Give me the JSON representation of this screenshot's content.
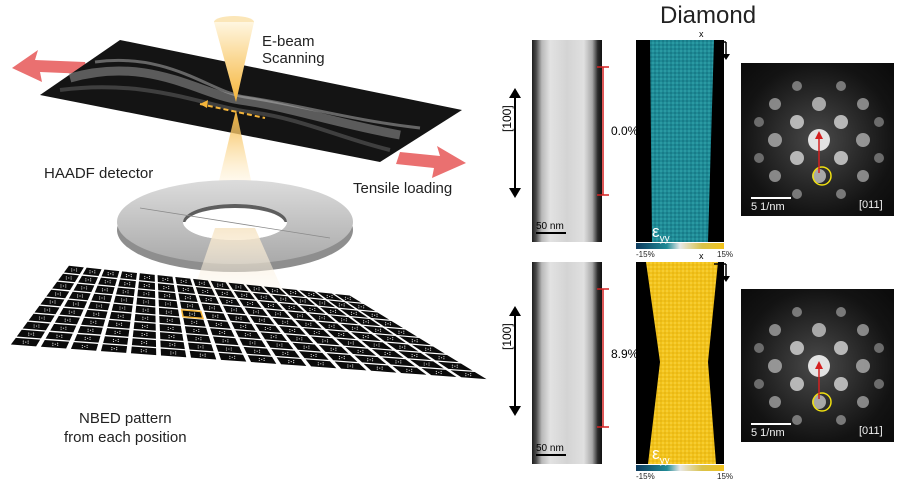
{
  "title": "Diamond",
  "labels": {
    "ebeam_line1": "E-beam",
    "ebeam_line2": "Scanning",
    "haadf": "HAADF detector",
    "tensile": "Tensile loading",
    "nbed_line1": "NBED pattern",
    "nbed_line2": "from each position"
  },
  "rows": [
    {
      "direction": "[100]",
      "strain": "0.0%",
      "scale_tem": "50 nm",
      "map_symbol": "ε",
      "map_sub": "yy",
      "cbar_min": "-15%",
      "cbar_max": "15%",
      "axis_x": "x",
      "axis_y": "y",
      "dp_scale": "5 1/nm",
      "zone": "[011]"
    },
    {
      "direction": "[100]",
      "strain": "8.9%",
      "scale_tem": "50 nm",
      "map_symbol": "ε",
      "map_sub": "yy",
      "cbar_min": "-15%",
      "cbar_max": "15%",
      "axis_x": "x",
      "axis_y": "y",
      "dp_scale": "5 1/nm",
      "zone": "[011]"
    }
  ],
  "colors": {
    "arrow": "#e86060",
    "beam": "#f5b53a",
    "strain_map_low": "#1f8a96",
    "strain_map_high": "#f2c21b",
    "marker_red": "#d42020",
    "marker_yellow": "#f0e010"
  }
}
